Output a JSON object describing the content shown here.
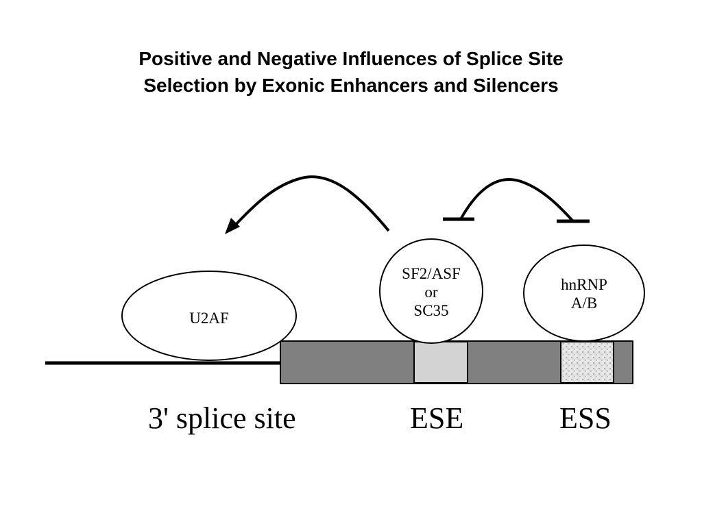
{
  "title": {
    "line1": "Positive and Negative Influences of Splice Site",
    "line2": "Selection by Exonic Enhancers and Silencers"
  },
  "proteins": {
    "u2af": "U2AF",
    "sr": {
      "line1": "SF2/ASF",
      "line2": "or",
      "line3": "SC35"
    },
    "hnrnp": {
      "line1": "hnRNP",
      "line2": "A/B"
    }
  },
  "regions": {
    "splice_site": "3' splice site",
    "ese": "ESE",
    "ess": "ESS"
  },
  "colors": {
    "exon": "#808080",
    "ese": "#d3d3d3",
    "ess": "#e8e8e8",
    "line": "#000000"
  },
  "icons": {
    "activation": "arrow-head-icon",
    "inhibition": "t-bar-icon"
  }
}
